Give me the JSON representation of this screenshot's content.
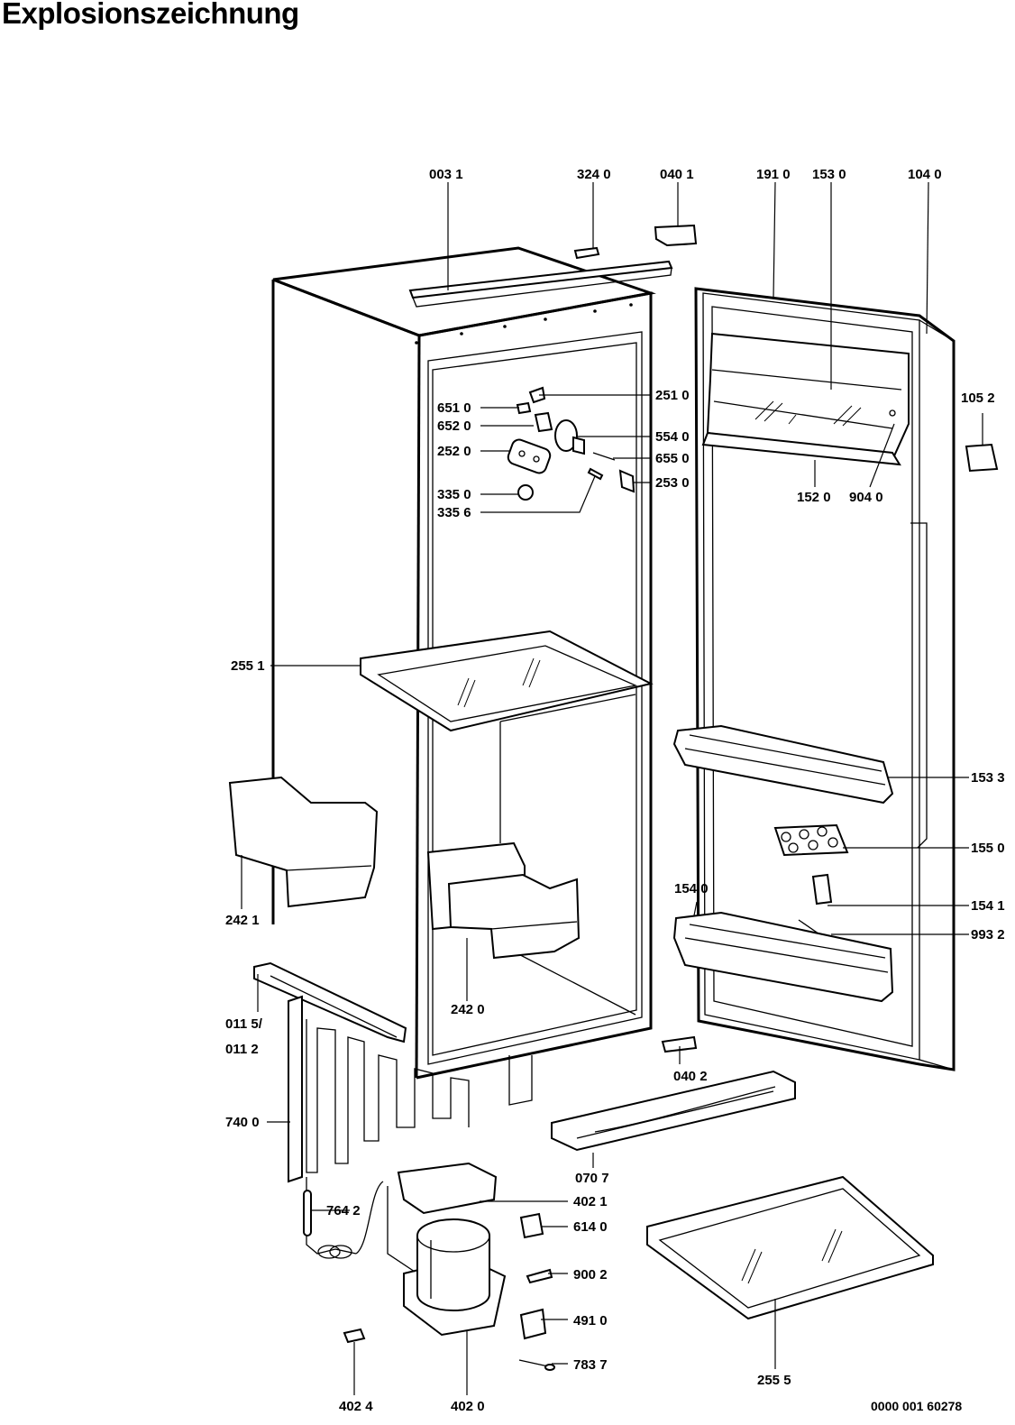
{
  "title": "Explosionszeichnung",
  "document_number": "0000 001 60278",
  "part_labels": [
    "003 1",
    "324 0",
    "040 1",
    "191 0",
    "153 0",
    "104 0",
    "251 0",
    "651 0",
    "652 0",
    "554 0",
    "252 0",
    "655 0",
    "253 0",
    "335 0",
    "335 6",
    "105 2",
    "152 0",
    "904 0",
    "255 1",
    "153 3",
    "155 0",
    "154 0",
    "154 1",
    "993 2",
    "242 1",
    "242 0",
    "011 5/",
    "011 2",
    "040 2",
    "740 0",
    "070 7",
    "402 1",
    "764 2",
    "614 0",
    "900 2",
    "491 0",
    "783 7",
    "255 5",
    "402 4",
    "402 0"
  ]
}
